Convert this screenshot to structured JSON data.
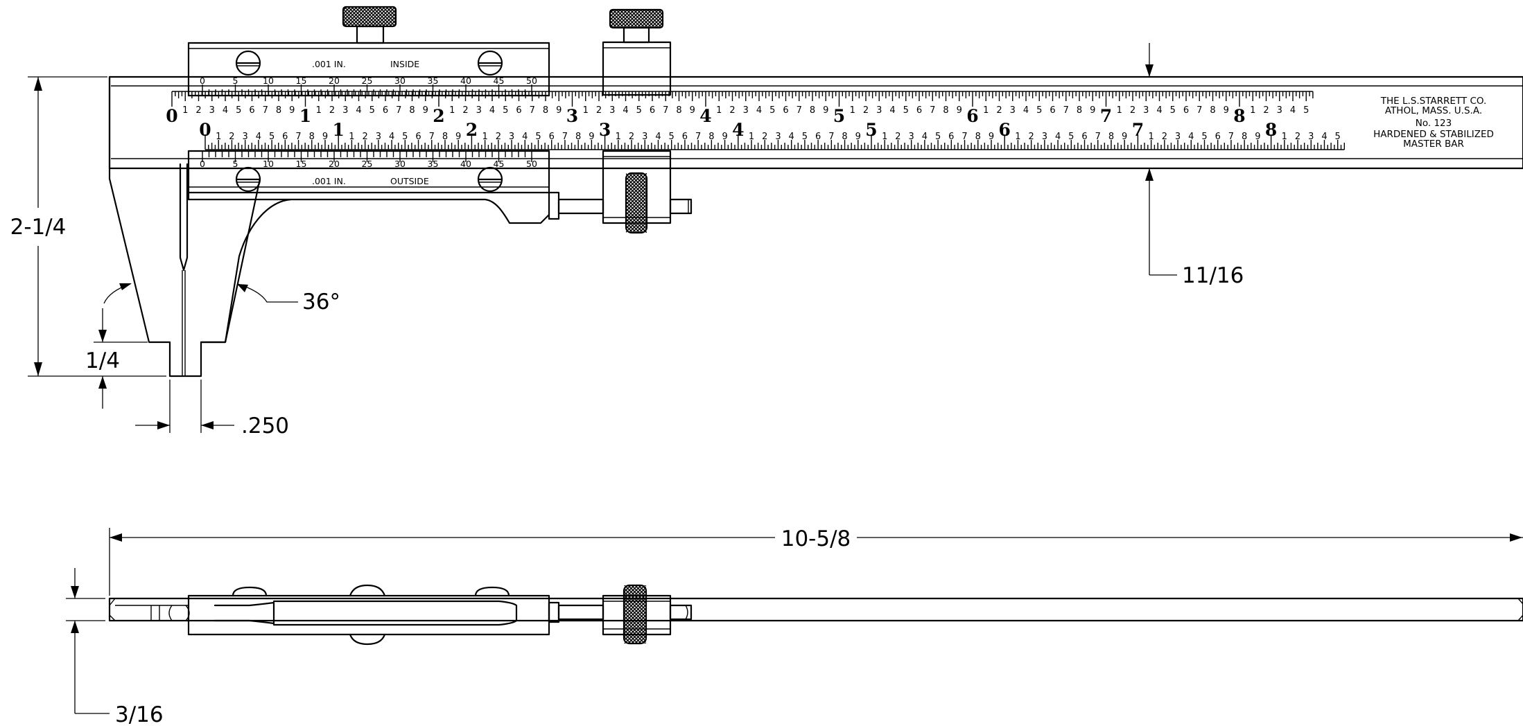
{
  "dimensions": {
    "height_label": "2-1/4",
    "jaw_tip_label": "1/4",
    "angle_label": "36°",
    "tip_width_label": ".250",
    "bar_width_label": "11/16",
    "overall_length_label": "10-5/8",
    "thickness_label": "3/16"
  },
  "vernier": {
    "inside_label": "INSIDE",
    "outside_label": "OUTSIDE",
    "resolution_top": ".001 IN.",
    "resolution_bottom": ".001 IN.",
    "ticks": [
      "0",
      "5",
      "10",
      "15",
      "20",
      "25",
      "30",
      "35",
      "40",
      "45",
      "50"
    ]
  },
  "main_scale": {
    "inch_labels": [
      "0",
      "1",
      "2",
      "3",
      "4",
      "5",
      "6",
      "7",
      "8"
    ],
    "upper_scale_limit": "5",
    "lower_scale_limit": "5",
    "sub_digits": [
      "1",
      "2",
      "3",
      "4",
      "5",
      "6",
      "7",
      "8",
      "9"
    ]
  },
  "brand": {
    "line1": "THE L.S.STARRETT CO.",
    "line2": "ATHOL, MASS. U.S.A.",
    "line3": "No. 123",
    "line4": "HARDENED & STABILIZED",
    "line5": "MASTER BAR"
  }
}
